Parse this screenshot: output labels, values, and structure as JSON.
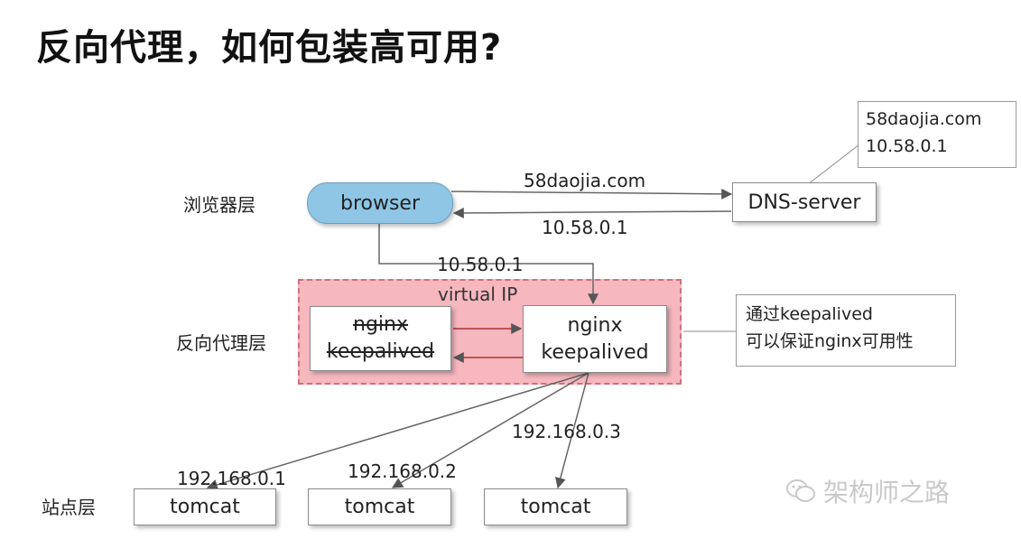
{
  "title": "反向代理，如何包装高可用?",
  "layers": {
    "browser": "浏览器层",
    "proxy": "反向代理层",
    "site": "站点层"
  },
  "nodes": {
    "browser": "browser",
    "dns": "DNS-server",
    "nginx_standby": {
      "line1": "nginx",
      "line2": "keepalived"
    },
    "nginx_active": {
      "line1": "nginx",
      "line2": "keepalived"
    },
    "tomcat1": "tomcat",
    "tomcat2": "tomcat",
    "tomcat3": "tomcat"
  },
  "virtual_ip_label": "virtual  IP",
  "dns_note": {
    "line1": "58daojia.com",
    "line2": "10.58.0.1"
  },
  "keepalived_note": {
    "line1": "通过keepalived",
    "line2": "可以保证nginx可用性"
  },
  "edges": {
    "query": "58daojia.com",
    "response": "10.58.0.1",
    "to_vip": "10.58.0.1",
    "to_tomcat1": "192.168.0.1",
    "to_tomcat2": "192.168.0.2",
    "to_tomcat3": "192.168.0.3"
  },
  "watermark": "架构师之路",
  "colors": {
    "browser_fill": "#8fc6e6",
    "vip_fill": "#f6b7bf",
    "vip_border": "#cf6f7b",
    "arrow": "#555555"
  }
}
